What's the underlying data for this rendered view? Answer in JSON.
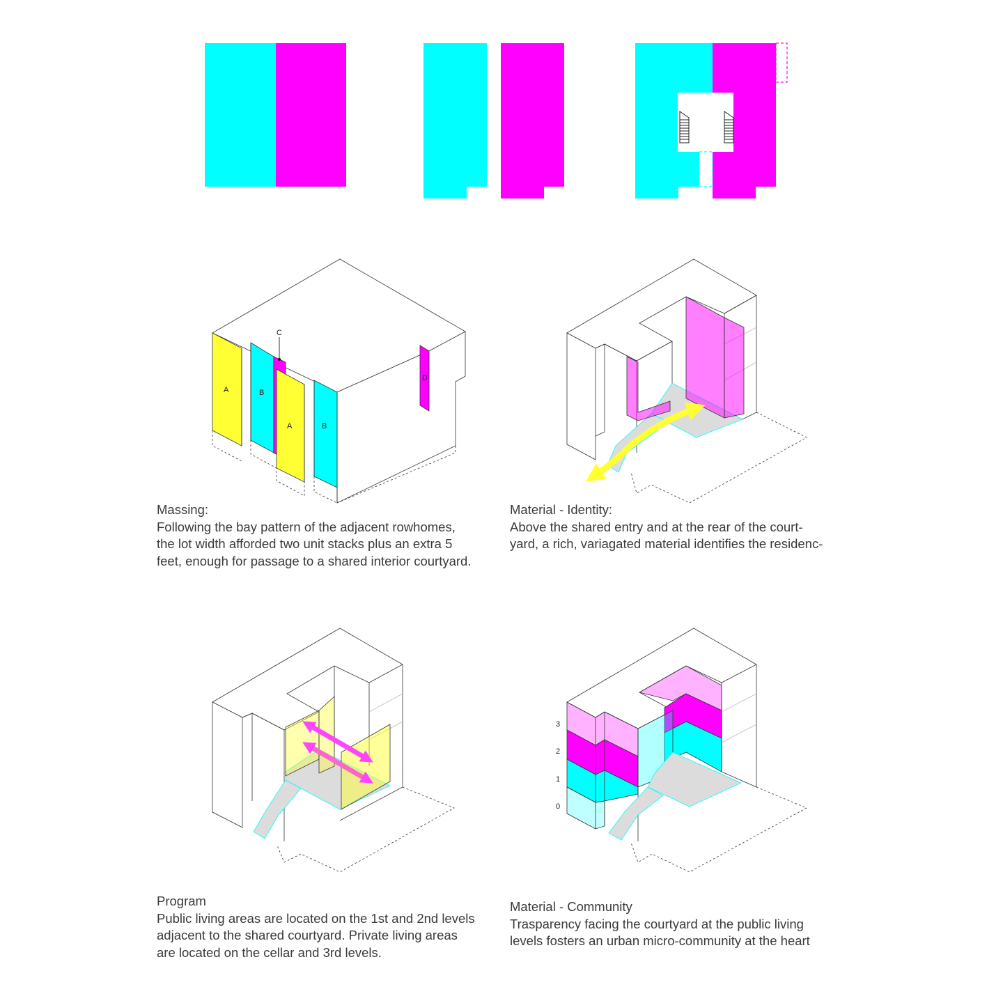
{
  "colors": {
    "cyan": "#00ffff",
    "magenta": "#ff00ff",
    "yellow": "#ffff33",
    "line": "#333333",
    "courtyard_gray": "#dcdcdc"
  },
  "massing": {
    "labels": {
      "a1": "A",
      "b1": "B",
      "c": "C",
      "a2": "A",
      "b2": "B",
      "d": "D"
    },
    "caption": {
      "title": "Massing:",
      "lines": [
        "Following the bay pattern of the adjacent rowhomes,",
        "the lot width afforded two unit stacks plus an extra 5",
        "feet, enough for passage to a shared interior courtyard."
      ]
    }
  },
  "identity": {
    "caption": {
      "title": "Material - Identity:",
      "lines": [
        "Above the shared entry and at the rear of the court-",
        "yard, a rich, variagated material identifies the residenc-"
      ]
    }
  },
  "program": {
    "caption": {
      "title": "Program",
      "lines": [
        "Public living areas are located on the 1st and 2nd levels",
        "adjacent to the shared courtyard. Private living areas",
        "are located on the cellar and 3rd levels."
      ]
    }
  },
  "community": {
    "levels": [
      "3",
      "2",
      "1",
      "0"
    ],
    "caption": {
      "title": "Material - Community",
      "lines": [
        "Trasparency facing the courtyard at the public living",
        "levels fosters an urban micro-community at the heart"
      ]
    }
  }
}
